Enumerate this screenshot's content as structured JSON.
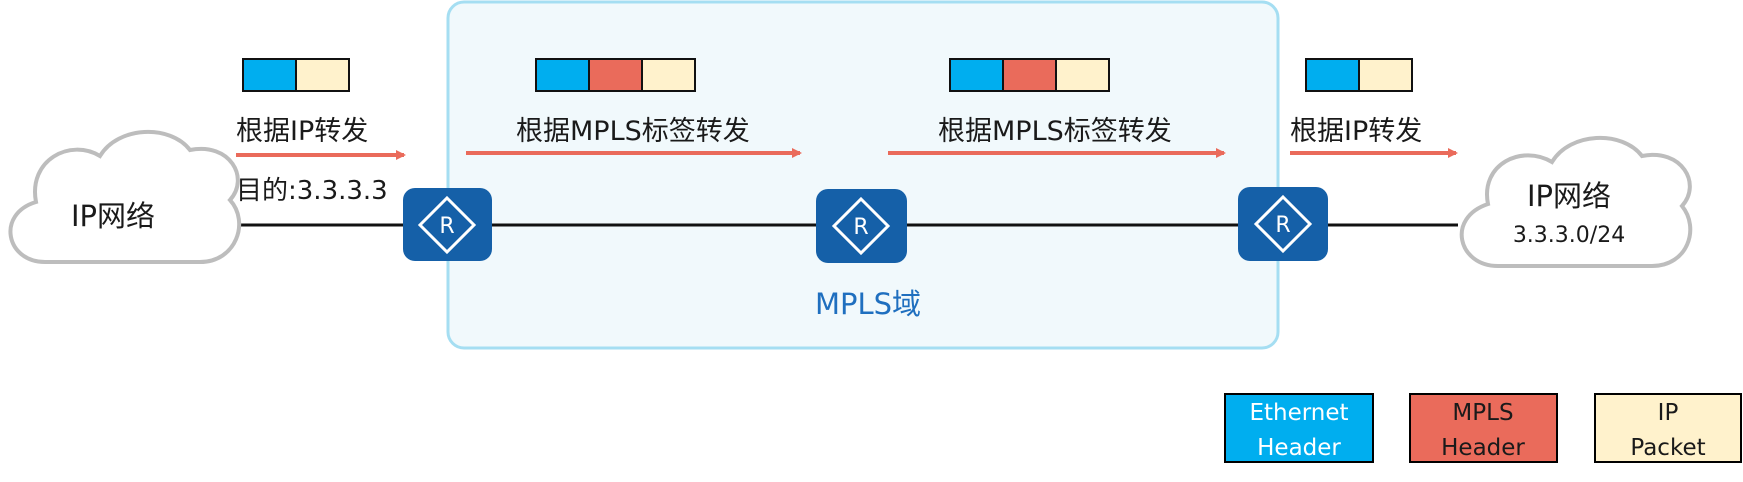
{
  "colors": {
    "ethernet": "#00AEEF",
    "mpls": "#EA6B5B",
    "ip": "#FFF2CC",
    "domain_fill": "#F1F9FC",
    "domain_border": "#A5DEF2",
    "router": "#1560A8",
    "arrow": "#EA6B5B",
    "domain_label": "#1F6FBF"
  },
  "left_cloud": {
    "label": "IP网络"
  },
  "right_cloud": {
    "label": "IP网络",
    "subnet": "3.3.3.0/24"
  },
  "segments": [
    {
      "label": "根据IP转发",
      "headers": [
        "ethernet",
        "ip"
      ]
    },
    {
      "label": "根据MPLS标签转发",
      "headers": [
        "ethernet",
        "mpls",
        "ip"
      ]
    },
    {
      "label": "根据MPLS标签转发",
      "headers": [
        "ethernet",
        "mpls",
        "ip"
      ]
    },
    {
      "label": "根据IP转发",
      "headers": [
        "ethernet",
        "ip"
      ]
    }
  ],
  "destination": "目的:3.3.3.3",
  "mpls_domain_label": "MPLS域",
  "router_icon": {
    "name": "router-icon",
    "glyph": "R"
  },
  "legend": [
    {
      "key": "ethernet",
      "line1": "Ethernet",
      "line2": "Header"
    },
    {
      "key": "mpls",
      "line1": "MPLS",
      "line2": "Header"
    },
    {
      "key": "ip",
      "line1": "IP",
      "line2": "Packet"
    }
  ]
}
